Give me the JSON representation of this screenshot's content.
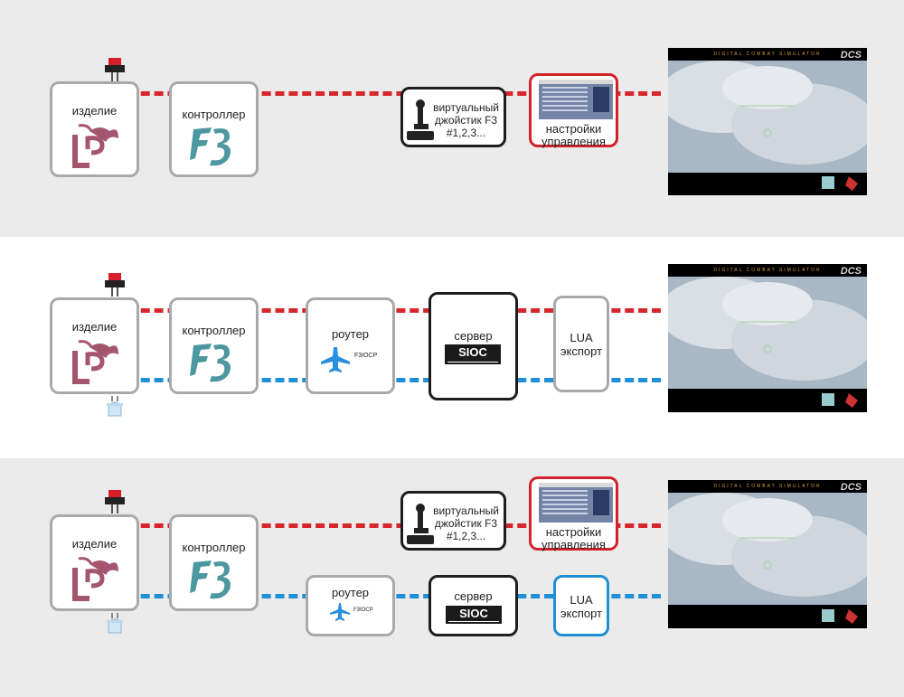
{
  "labels": {
    "product": "изделие",
    "controller": "контроллер",
    "virtual_joystick": [
      "виртуальный",
      "джойстик F3",
      "#1,2,3..."
    ],
    "control_settings": [
      "настройки",
      "управления"
    ],
    "router": "роутер",
    "router_tag": "F3IOCP",
    "server": "сервер",
    "sioc": "SIOC",
    "lua_export": [
      "LUA",
      "экспорт"
    ]
  },
  "simulator": {
    "title": "DIGITAL COMBAT SIMULATOR",
    "logo": "DCS"
  },
  "colors": {
    "output_line": "#d8262d",
    "input_line": "#1f8fd6",
    "product_logo": "#a4566f",
    "controller_logo": "#4d97a0",
    "router_icon": "#2a8fdf"
  },
  "icons": {
    "button": "red-push-button-icon",
    "led": "led-icon",
    "joystick": "joystick-icon",
    "plane": "plane-icon"
  }
}
